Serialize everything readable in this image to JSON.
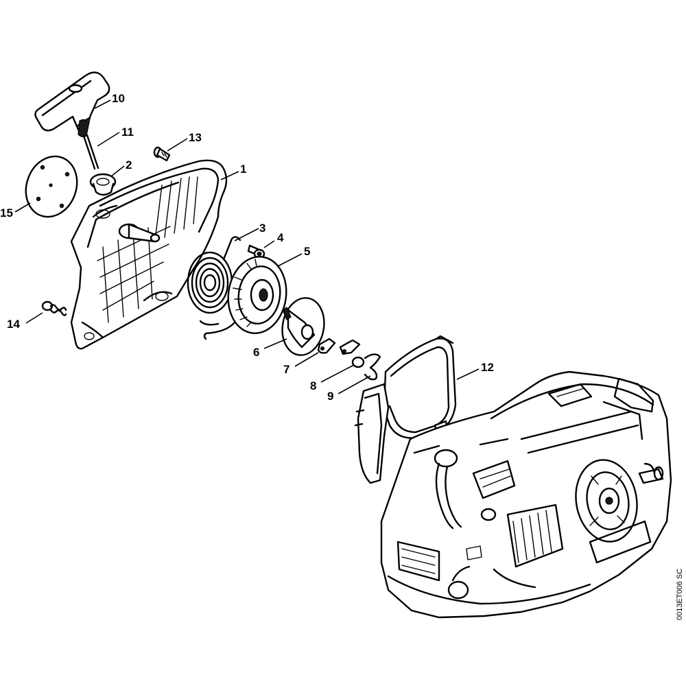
{
  "diagram": {
    "reference_code": "0013ET006 SC",
    "callouts": [
      "1",
      "2",
      "3",
      "4",
      "5",
      "6",
      "7",
      "8",
      "9",
      "10",
      "11",
      "12",
      "13",
      "14",
      "15"
    ],
    "colors": {
      "line": "#000000",
      "background": "#ffffff"
    }
  }
}
